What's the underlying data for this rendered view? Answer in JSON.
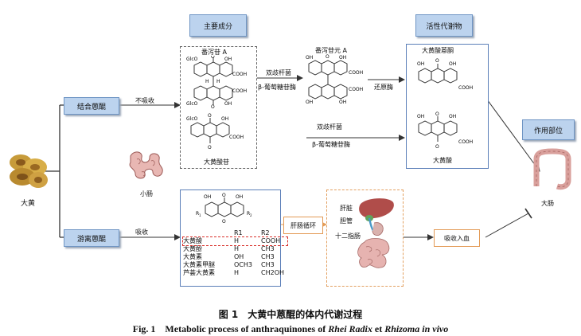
{
  "source": {
    "label": "大黄"
  },
  "sections": {
    "main_components": "主要成分",
    "active_metabolites": "活性代谢物",
    "action_site": "作用部位"
  },
  "branches": {
    "bound": {
      "label": "结合蒽醌",
      "action": "不吸收"
    },
    "free": {
      "label": "游离蒽醌",
      "action": "吸收"
    }
  },
  "organs": {
    "small_intestine": "小肠",
    "large_intestine": "大肠",
    "liver": "肝脏",
    "bile_duct": "胆管",
    "duodenum": "十二指肠"
  },
  "compounds": {
    "sennoside_a": "番泻苷 A",
    "sennidin_a": "番泻苷元 A",
    "rhein_glycoside": "大黄酸苷",
    "rheinanthrone": "大黄酸蒽酮",
    "rhein": "大黄酸"
  },
  "structure_labels": {
    "glco": "GlcO",
    "o": "O",
    "oh": "OH",
    "h": "H",
    "cooh": "COOH",
    "r1": "R",
    "r1_sub": "1",
    "r2": "R",
    "r2_sub": "2"
  },
  "enzymes": {
    "bifido1": "双歧杆菌",
    "glucosidase1": "β-葡萄糖苷酶",
    "reductase": "还原酶",
    "bifido2": "双歧杆菌",
    "glucosidase2": "β-葡萄糖苷酶"
  },
  "process": {
    "enterohepatic": "肝肠循环",
    "absorb_blood": "吸收入血"
  },
  "substituent_table": {
    "headers": [
      "",
      "R1",
      "R2"
    ],
    "rows": [
      [
        "大黄酸",
        "H",
        "COOH"
      ],
      [
        "大黄酚",
        "H",
        "CH3"
      ],
      [
        "大黄素",
        "OH",
        "CH3"
      ],
      [
        "大黄素甲醚",
        "OCH3",
        "CH3"
      ],
      [
        "芦荟大黄素",
        "H",
        "CH2OH"
      ]
    ]
  },
  "caption": {
    "cn": "图 1　大黄中蒽醌的体内代谢过程",
    "en_prefix": "Fig. 1　Metabolic process of anthraquinones of ",
    "en_italic1": "Rhei Radix",
    "en_mid": " et ",
    "en_italic2": "Rhizoma",
    "en_suffix": " in vivo"
  },
  "colors": {
    "label_box": "#bcd3ee",
    "arrow": "#333333",
    "highlight_dash": "#d9302a",
    "orange": "#e39a55",
    "blue_frame": "#5b7fb8"
  }
}
